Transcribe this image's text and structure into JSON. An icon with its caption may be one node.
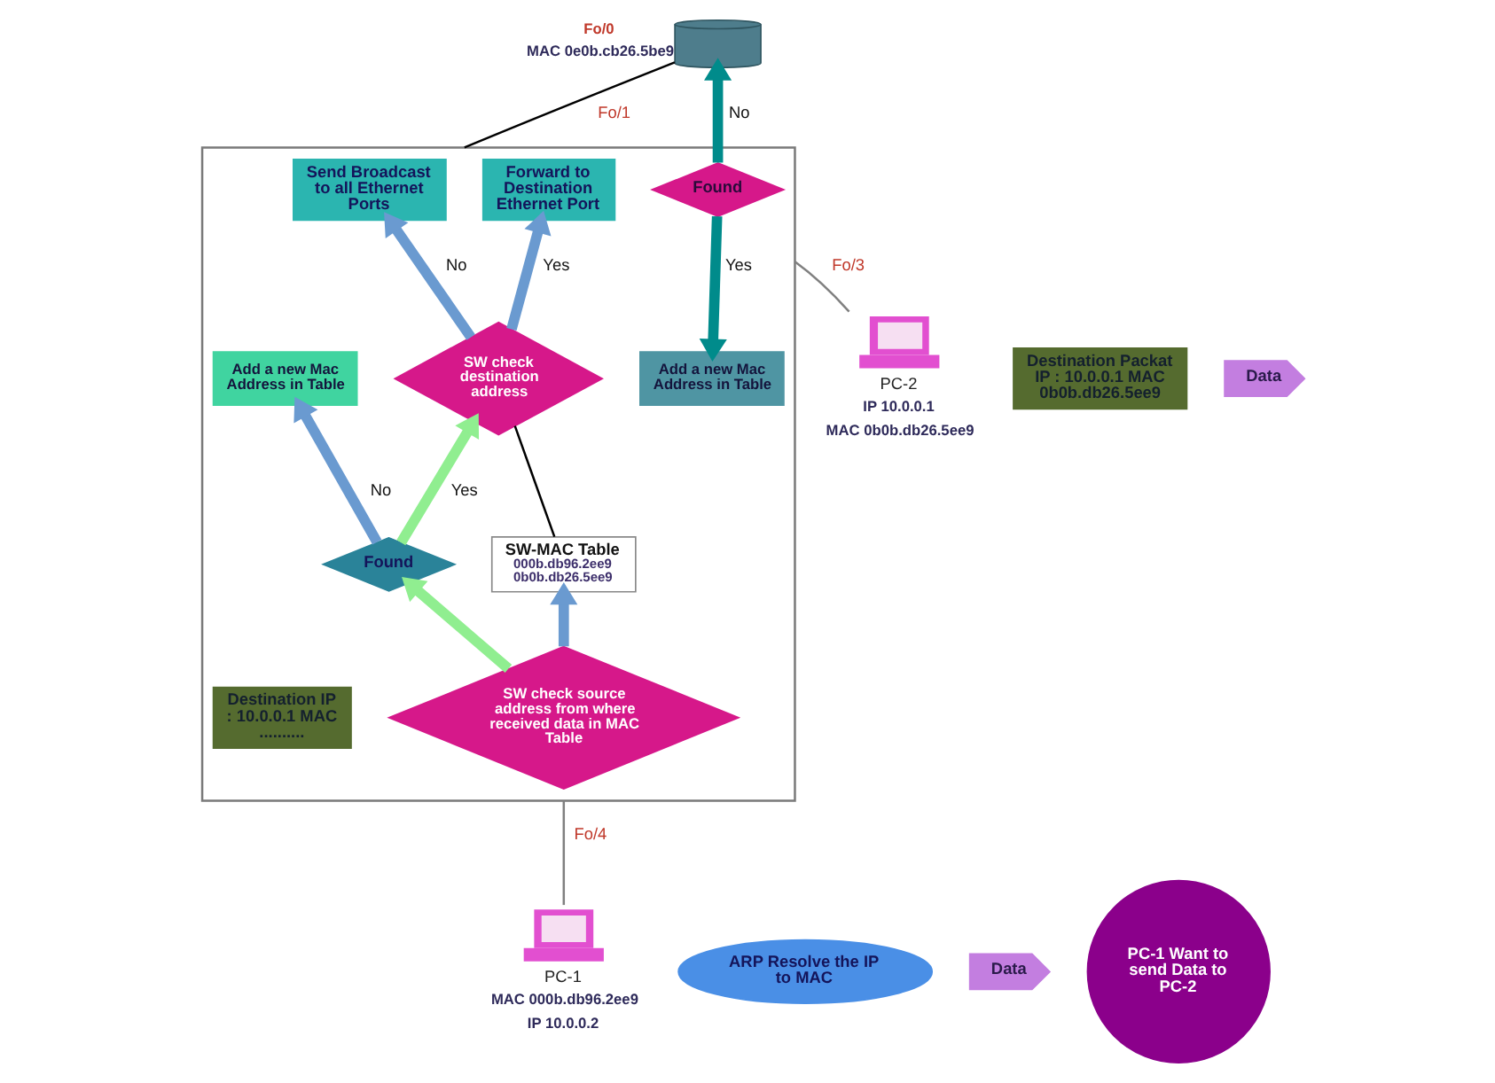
{
  "diagram": {
    "nodes": [
      {
        "text": [],
        "shape": "cylinder",
        "beside": [
          "Fo/0",
          "MAC 0e0b.cb26.5be9"
        ]
      },
      {
        "text": [],
        "shape": "box"
      },
      {
        "text": [
          "Found"
        ],
        "in": 1
      },
      {
        "text": [
          "Add a new Mac Address in Table"
        ],
        "in": 1
      },
      {
        "text": [
          "Send Broadcast to all Ethernet Ports"
        ],
        "in": 1
      },
      {
        "text": [
          "Forward to Destination Ethernet Port"
        ],
        "in": 1
      },
      {
        "text": [
          "SW check destination address"
        ],
        "in": 1
      },
      {
        "text": [
          "Found"
        ],
        "in": 1
      },
      {
        "text": [
          "Add a new Mac Address in Table"
        ],
        "in": 1
      },
      {
        "text": [
          "SW-MAC Table",
          "000b.db96.2ee9 0b0b.db26.5ee9"
        ],
        "in": 1
      },
      {
        "text": [
          "SW check source address from where received data in MAC Table"
        ],
        "in": 1
      },
      {
        "text": [
          "Destination IP : 10.0.0.1 MAC .........."
        ],
        "in": 1
      },
      {
        "text": [
          "Destination Packat IP : 10.0.0.1 MAC 0b0b.db26.5ee9"
        ]
      },
      {
        "text": [
          "PC-2"
        ],
        "beside": [
          "IP 10.0.0.1",
          "MAC 0b0b.db26.5ee9"
        ]
      },
      {
        "text": [
          "Data"
        ]
      },
      {
        "text": [
          "ARP Resolve the IP to MAC"
        ]
      },
      {
        "text": [
          "Data"
        ]
      },
      {
        "text": [
          "PC-1"
        ],
        "beside": [
          "MAC 000b.db96.2ee9",
          "IP 10.0.0.2"
        ]
      },
      {
        "text": [
          "PC-1 Want to send Data to PC-2"
        ]
      }
    ],
    "edges": [
      {
        "from": 0,
        "to": 1,
        "arrow": "none",
        "label": "Fo/1",
        "color": "#000000"
      },
      {
        "from": 2,
        "to": 0,
        "arrow": "to",
        "label": "No",
        "color": "#008b8b"
      },
      {
        "from": 2,
        "to": 3,
        "arrow": "to",
        "label": "Yes",
        "color": "#008b8b"
      },
      {
        "from": 6,
        "to": 4,
        "arrow": "to",
        "label": "No"
      },
      {
        "from": 6,
        "to": 5,
        "arrow": "to",
        "label": "Yes"
      },
      {
        "from": 10,
        "to": 7,
        "arrow": "to",
        "color": "#90ee90"
      },
      {
        "from": 7,
        "to": 6,
        "arrow": "to",
        "label": "Yes",
        "color": "#90ee90"
      },
      {
        "from": 7,
        "to": 8,
        "arrow": "to",
        "label": "No"
      },
      {
        "from": 10,
        "to": 9,
        "arrow": "to"
      },
      {
        "from": 9,
        "to": 6,
        "arrow": "none",
        "color": "#000000"
      },
      {
        "from": 13,
        "to": 1,
        "arrow": "none",
        "label": "Fo/3",
        "color": "#808080"
      },
      {
        "from": 17,
        "to": 1,
        "arrow": "none",
        "label": "Fo/4",
        "color": "#808080"
      }
    ]
  }
}
